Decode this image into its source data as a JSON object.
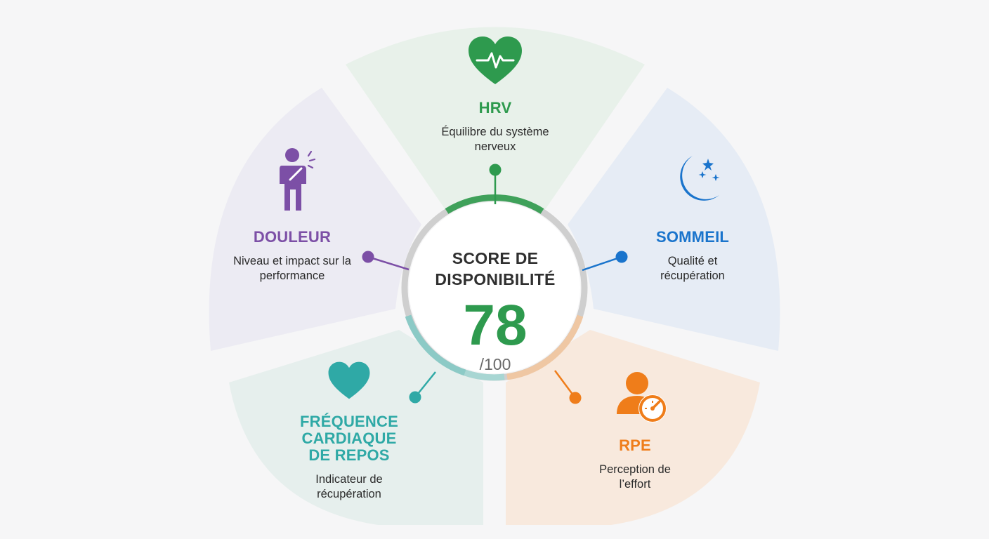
{
  "center": {
    "label": "SCORE DE DISPONIBILITÉ",
    "score": "78",
    "max": "/100",
    "score_value": 78,
    "score_max": 100
  },
  "segments": {
    "hrv": {
      "title": "HRV",
      "description": "Équilibre du système nerveux",
      "color": "#2e9a4e",
      "icon": "heart-pulse-icon"
    },
    "sommeil": {
      "title": "SOMMEIL",
      "description": "Qualité et récupération",
      "color": "#1a74cc",
      "icon": "moon-stars-icon"
    },
    "rpe": {
      "title": "RPE",
      "description": "Perception de l’effort",
      "color": "#ef7d1a",
      "icon": "person-gauge-icon"
    },
    "frequence": {
      "title": "FRÉQUENCE CARDIAQUE DE REPOS",
      "description": "Indicateur de récupération",
      "color": "#2fa9a6",
      "icon": "heart-icon"
    },
    "douleur": {
      "title": "DOULEUR",
      "description": "Niveau et impact sur la performance",
      "color": "#7c4fa6",
      "icon": "person-pain-icon"
    }
  }
}
